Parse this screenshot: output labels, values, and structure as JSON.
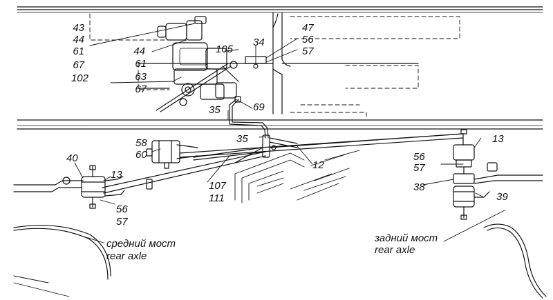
{
  "figure": {
    "callouts": [
      {
        "id": "c43",
        "text": "43"
      },
      {
        "id": "c44a",
        "text": "44"
      },
      {
        "id": "c61a",
        "text": "61"
      },
      {
        "id": "c44b",
        "text": "44"
      },
      {
        "id": "c67a",
        "text": "67"
      },
      {
        "id": "c61b",
        "text": "61"
      },
      {
        "id": "c102",
        "text": "102"
      },
      {
        "id": "c63",
        "text": "63"
      },
      {
        "id": "c67b",
        "text": "67"
      },
      {
        "id": "c105",
        "text": "105"
      },
      {
        "id": "c34",
        "text": "34"
      },
      {
        "id": "c47",
        "text": "47"
      },
      {
        "id": "c56a",
        "text": "56"
      },
      {
        "id": "c57a",
        "text": "57"
      },
      {
        "id": "c69",
        "text": "69"
      },
      {
        "id": "c35a",
        "text": "35"
      },
      {
        "id": "c35b",
        "text": "35"
      },
      {
        "id": "c58",
        "text": "58"
      },
      {
        "id": "c60",
        "text": "60"
      },
      {
        "id": "c40",
        "text": "40"
      },
      {
        "id": "c13a",
        "text": "13"
      },
      {
        "id": "c56b",
        "text": "56"
      },
      {
        "id": "c57b",
        "text": "57"
      },
      {
        "id": "c107",
        "text": "107"
      },
      {
        "id": "c111",
        "text": "111"
      },
      {
        "id": "c12",
        "text": "12"
      },
      {
        "id": "c13b",
        "text": "13"
      },
      {
        "id": "c56c",
        "text": "56"
      },
      {
        "id": "c57c",
        "text": "57"
      },
      {
        "id": "c38",
        "text": "38"
      },
      {
        "id": "c39",
        "text": "39"
      }
    ],
    "captions": {
      "middle_ru": "средний мост",
      "middle_en": "rear axle",
      "rear_ru": "задний мост",
      "rear_en": "rear axle"
    }
  }
}
